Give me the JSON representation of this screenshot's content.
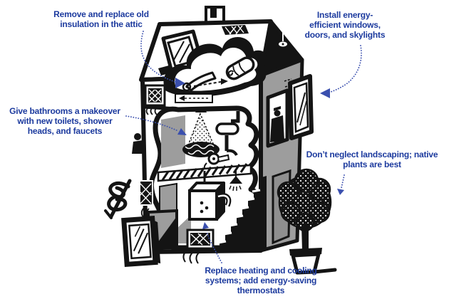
{
  "colors": {
    "label_blue": "#1c3a9e",
    "arrow_blue": "#3a4fae",
    "ink": "#141414",
    "wall_gray": "#9d9d9d",
    "background": "#ffffff"
  },
  "annotations": {
    "attic": {
      "lines": [
        "Remove and replace old",
        "insulation in the attic"
      ]
    },
    "windows": {
      "lines": [
        "Install energy-",
        "efficient windows,",
        "doors, and skylights"
      ]
    },
    "bathroom": {
      "lines": [
        "Give bathrooms a makeover",
        "with new toilets, shower",
        "heads, and faucets"
      ]
    },
    "landscaping": {
      "lines": [
        "Don’t neglect landscaping; native",
        "plants are best"
      ]
    },
    "heating": {
      "lines": [
        "Replace heating and cooling",
        "systems; add energy-saving",
        "thermostats"
      ]
    }
  }
}
